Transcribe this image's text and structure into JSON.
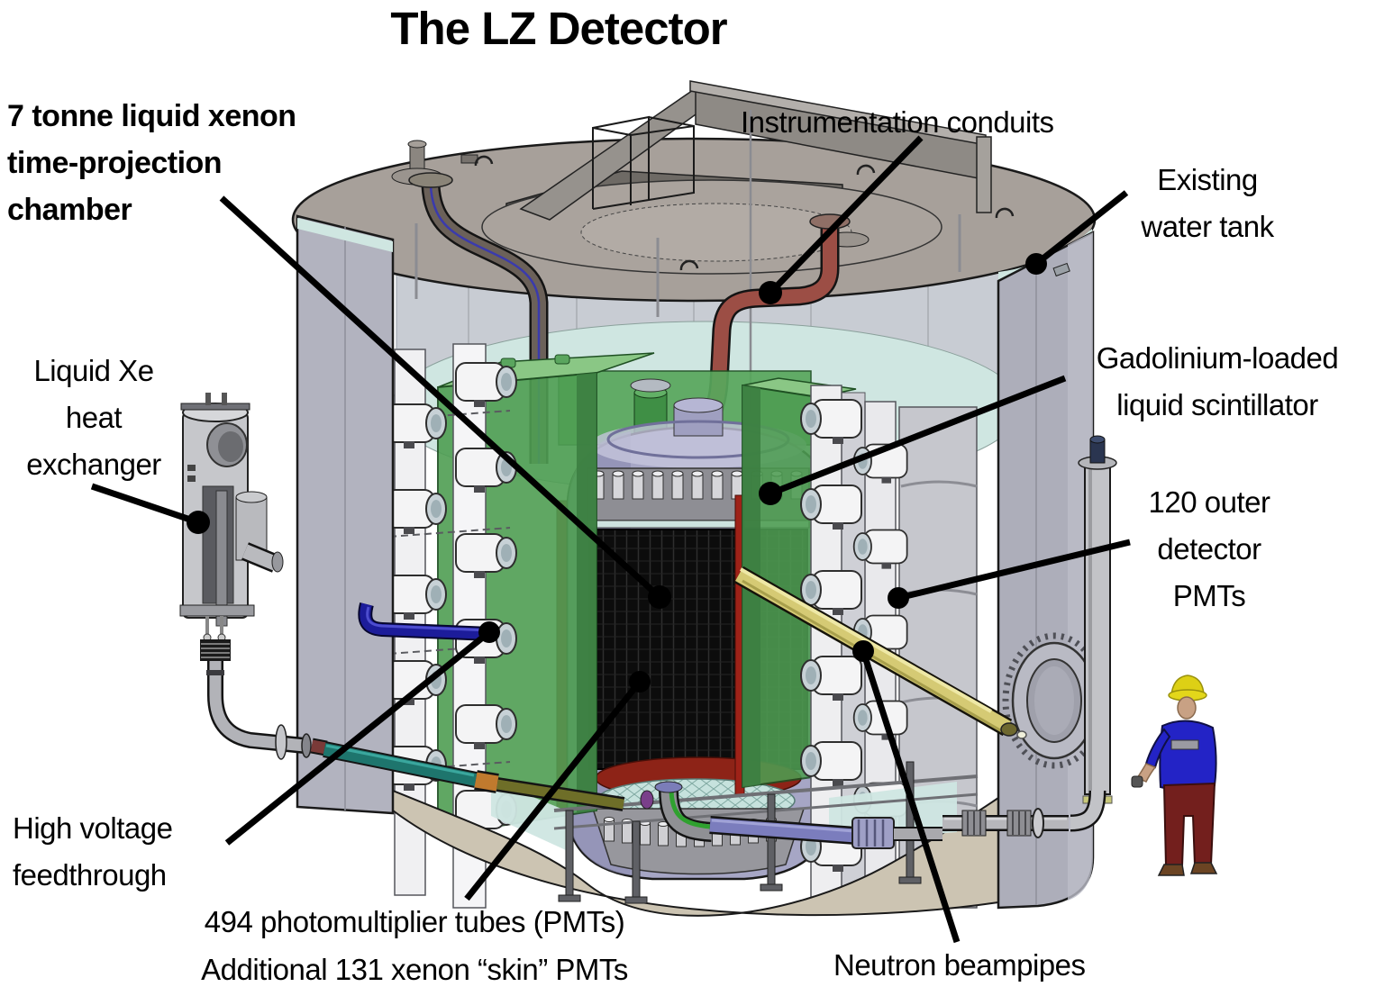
{
  "title": "The LZ Detector",
  "labels": {
    "tpc_chamber": {
      "lines": [
        "7 tonne liquid xenon",
        "time-projection",
        "chamber"
      ]
    },
    "instrumentation_conduits": {
      "lines": [
        "Instrumentation conduits"
      ]
    },
    "existing_water_tank": {
      "lines": [
        "Existing",
        "water tank"
      ]
    },
    "liquid_xe_heat_exchanger": {
      "lines": [
        "Liquid Xe",
        "heat",
        "exchanger"
      ]
    },
    "gadolinium_scintillator": {
      "lines": [
        "Gadolinium-loaded",
        "liquid scintillator"
      ]
    },
    "outer_detector_pmts": {
      "lines": [
        "120 outer",
        "detector",
        "PMTs"
      ]
    },
    "high_voltage_feedthrough": {
      "lines": [
        "High voltage",
        "feedthrough"
      ]
    },
    "pmt_counts": {
      "lines": [
        "494 photomultiplier tubes (PMTs)",
        "Additional 131 xenon “skin” PMTs"
      ]
    },
    "neutron_beampipes": {
      "lines": [
        "Neutron beampipes"
      ]
    }
  },
  "colors": {
    "background": "#ffffff",
    "label_text": "#000000",
    "leader_line": "#000000",
    "water_tank_wall": "#b2b3bf",
    "tank_lid_gray": "#a7a09a",
    "water_surface_cyan": "#cfe6e1",
    "acrylic_tank_green": "#4f9e53",
    "cryostat_lavender": "#a6a6c5",
    "tpc_black": "#0c0c0c",
    "red_accent": "#9e2218",
    "neutron_beampipe_yellow": "#d5ca74",
    "hv_conduit_blue": "#1c1c9a",
    "instrumentation_conduit_red": "#9c4e45",
    "floor_tan": "#ccc4b2",
    "pmt_white": "#f4f4f5",
    "hard_hat_yellow": "#ddd015",
    "worker_shirt_blue": "#2323c6",
    "worker_pants_maroon": "#731f1d"
  }
}
